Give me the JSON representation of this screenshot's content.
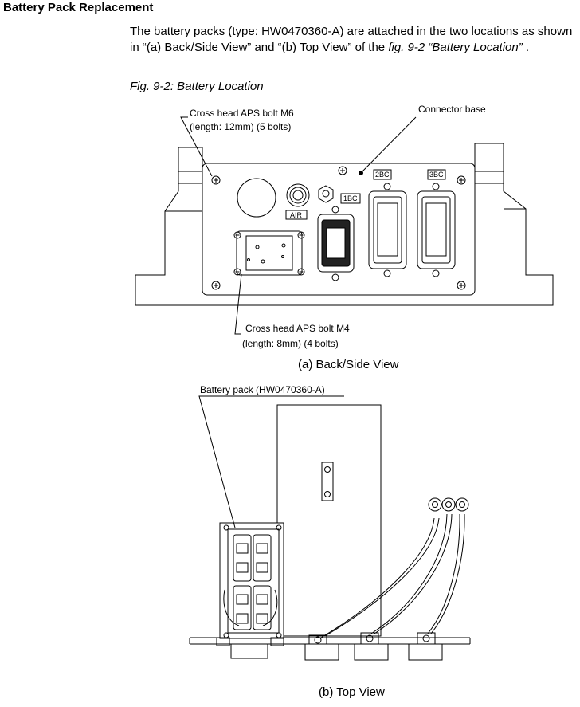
{
  "section": {
    "title": "Battery Pack Replacement"
  },
  "intro": {
    "part1": "The battery packs (type: HW0470360-A) are attached in the two locations as shown in “(a) Back/Side View” and “(b) Top View” of the ",
    "ref": "fig. 9-2 “Battery Location”",
    "end": " ."
  },
  "figure": {
    "caption": "Fig. 9-2: Battery Location",
    "back_view": {
      "callout_m6_line1": "Cross head APS bolt M6",
      "callout_m6_line2": "(length: 12mm)  (5 bolts)",
      "callout_connector": "Connector base",
      "callout_m4_line1": "Cross head APS bolt M4",
      "callout_m4_line2": "(length: 8mm)  (4 bolts)",
      "label_air": "AIR",
      "label_1bc": "1BC",
      "label_2bc": "2BC",
      "label_3bc": "3BC",
      "caption": "(a) Back/Side View"
    },
    "top_view": {
      "callout_battery": "Battery pack (HW0470360-A)",
      "caption": "(b) Top View"
    }
  }
}
